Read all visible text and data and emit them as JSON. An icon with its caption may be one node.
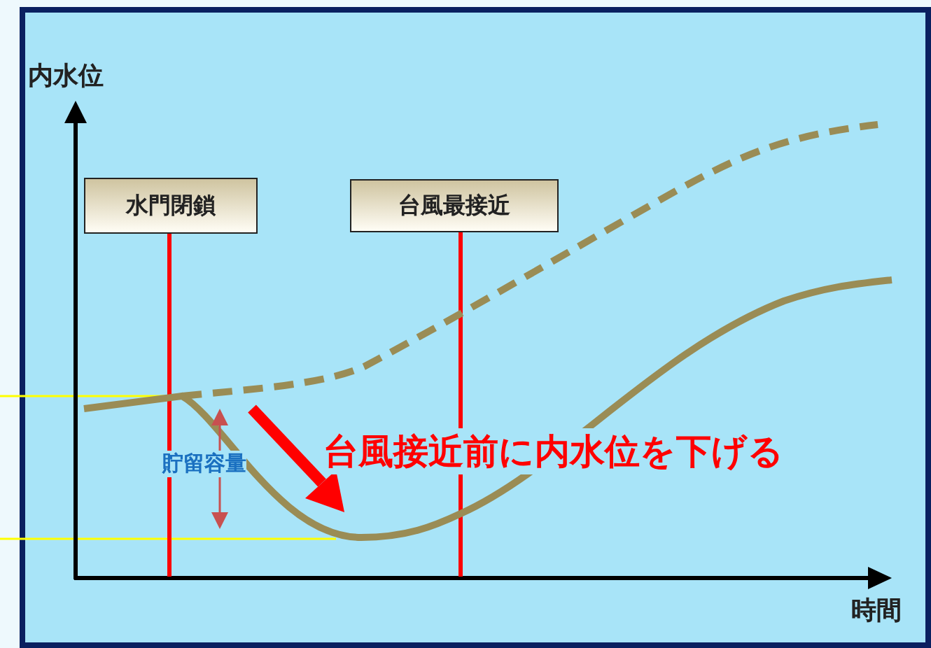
{
  "diagram": {
    "nodes": [
      {
        "text": [
          "水門閉鎖"
        ]
      },
      {
        "text": [
          "台風最接近"
        ]
      }
    ],
    "edges": [
      {
        "from": 0,
        "to": null,
        "arrow": "none",
        "color": "#ff0000"
      },
      {
        "from": 1,
        "to": null,
        "arrow": "none",
        "color": "#ff0000"
      }
    ],
    "labels": [
      "内水位",
      "貯留容量",
      "台風接近前に内水位を下げる",
      "時間"
    ]
  }
}
